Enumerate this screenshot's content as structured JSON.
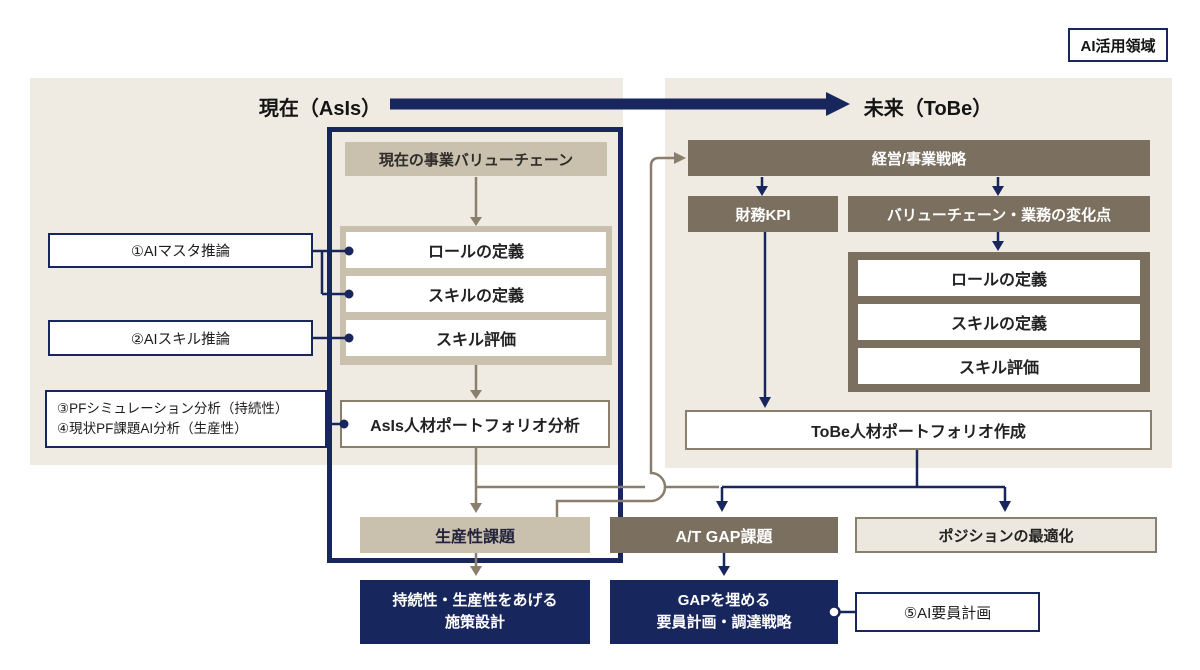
{
  "badge": "AI活用領域",
  "asis": {
    "title": "現在（AsIs）",
    "value_chain": "現在の事業バリューチェーン",
    "steps": [
      "ロールの定義",
      "スキルの定義",
      "スキル評価"
    ],
    "portfolio": "AsIs人材ポートフォリオ分析",
    "callout_ai_master": "①AIマスタ推論",
    "callout_ai_skill": "②AIスキル推論",
    "callout_pf_line1": "③PFシミュレーション分析（持続性）",
    "callout_pf_line2": "④現状PF課題AI分析（生産性）"
  },
  "tobe": {
    "title": "未来（ToBe）",
    "strategy": "経営/事業戦略",
    "financial_kpi": "財務KPI",
    "change_points": "バリューチェーン・業務の変化点",
    "steps": [
      "ロールの定義",
      "スキルの定義",
      "スキル評価"
    ],
    "portfolio": "ToBe人材ポートフォリオ作成"
  },
  "bottom": {
    "productivity_issue": "生産性課題",
    "gap_issue": "A/T GAP課題",
    "position_optimization": "ポジションの最適化",
    "measure_line1": "持続性・生産性をあげる",
    "measure_line2": "施策設計",
    "gap_plan_line1": "GAPを埋める",
    "gap_plan_line2": "要員計画・調達戦略",
    "ai_staff_plan": "⑤AI要員計画"
  },
  "colors": {
    "navy": "#17265c",
    "brown": "#7b6f5f",
    "tan": "#c9c0ae",
    "panel_beige": "#f0ebe2",
    "line_brown": "#8a7e6c",
    "light_beige_box": "#ede8df"
  }
}
